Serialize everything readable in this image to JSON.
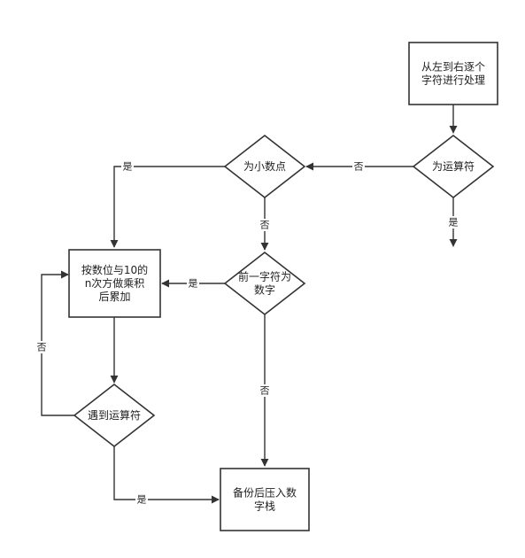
{
  "nodes": {
    "start": {
      "lines": [
        "从左到右逐个",
        "字符进行处理"
      ]
    },
    "is_operator": {
      "lines": [
        "为运算符"
      ]
    },
    "is_decimal": {
      "lines": [
        "为小数点"
      ]
    },
    "prev_digit": {
      "lines": [
        "前一字符为",
        "数字"
      ]
    },
    "accumulate": {
      "lines": [
        "按数位与10的",
        "n次方做乘积",
        "后累加"
      ]
    },
    "meet_op": {
      "lines": [
        "遇到运算符"
      ]
    },
    "push_stack": {
      "lines": [
        "备份后压入数",
        "字栈"
      ]
    }
  },
  "edge_labels": {
    "op_no": "否",
    "op_yes": "是",
    "dec_yes": "是",
    "dec_no": "否",
    "prev_yes": "是",
    "prev_no": "否",
    "loop_no": "否",
    "meet_yes": "是"
  },
  "colors": {
    "stroke": "#333333",
    "fill": "#ffffff",
    "text": "#222222"
  }
}
